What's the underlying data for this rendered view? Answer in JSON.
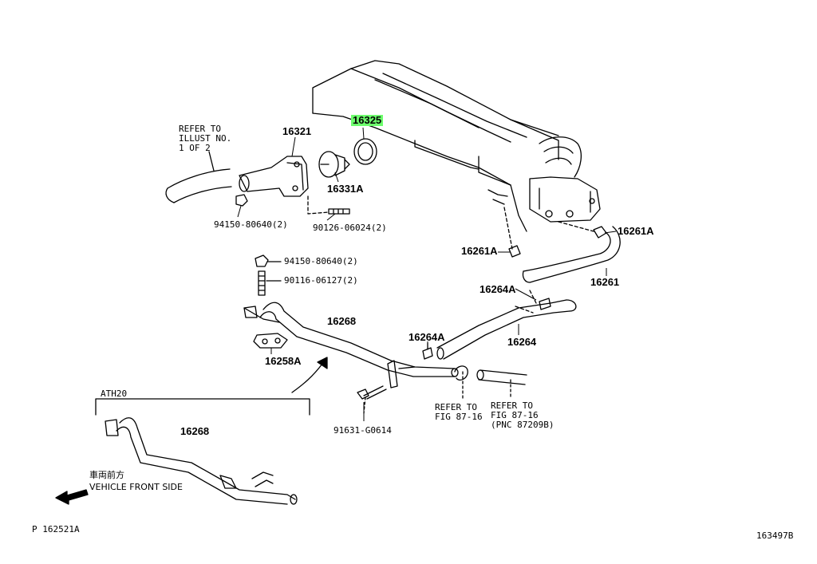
{
  "highlight_color": "#6dff6d",
  "notes": {
    "refer_illust": "REFER TO\nILLUST NO.\n1 OF 2",
    "refer_fig_a": "REFER TO\nFIG 87-16",
    "refer_fig_b": "REFER TO\nFIG 87-16\n(PNC 87209B)",
    "variant": "ATH20",
    "front_jp": "車両前方",
    "front_en": "VEHICLE FRONT SIDE",
    "page_ref": "P 162521A",
    "illust_no": "163497B"
  },
  "parts": {
    "p16321": "16321",
    "p16325": "16325",
    "p16331A": "16331A",
    "p94150_a": "94150-80640(2)",
    "p90126": "90126-06024(2)",
    "p94150_b": "94150-80640(2)",
    "p90116": "90116-06127(2)",
    "p16268_a": "16268",
    "p16258A": "16258A",
    "p16264A_a": "16264A",
    "p91631": "91631-G0614",
    "p16268_b": "16268",
    "p16261A_a": "16261A",
    "p16261A_b": "16261A",
    "p16261": "16261",
    "p16264A_b": "16264A",
    "p16264": "16264"
  }
}
